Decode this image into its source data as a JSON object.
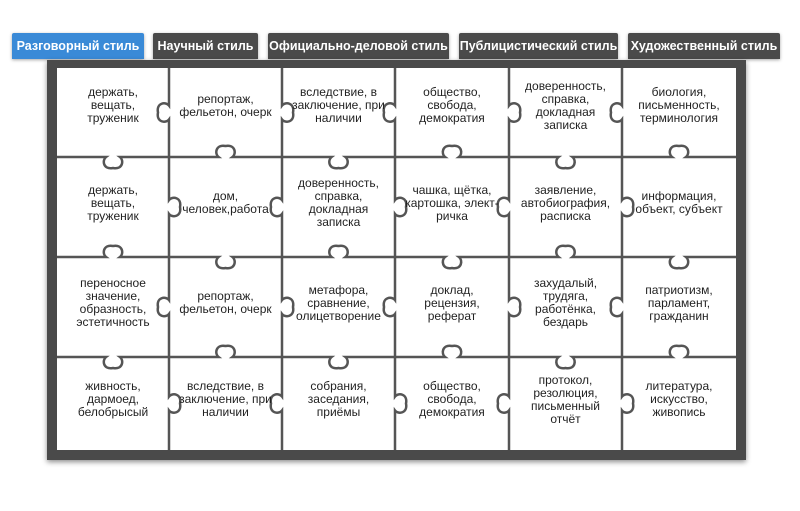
{
  "tabs": [
    {
      "label": "Разговорный стиль",
      "active": true
    },
    {
      "label": "Научный стиль",
      "active": false
    },
    {
      "label": "Официально-деловой стиль",
      "active": false
    },
    {
      "label": "Публицистический стиль",
      "active": false
    },
    {
      "label": "Художественный стиль",
      "active": false
    }
  ],
  "colors": {
    "active_tab": "#3a8ad7",
    "inactive_tab": "#4a4a4a",
    "board_frame": "#4a4a4a",
    "piece_fill": "#ffffff",
    "piece_border": "#555555"
  },
  "pieces": [
    [
      "держать, вещать,\nтруженик",
      "репортаж,\nфельетон, очерк",
      "вследствие, в\nзаключение, при\nналичии",
      "общество,\nсвобода,\nдемократия",
      "доверенность,\nсправка,\nдокладная\nзаписка",
      "биология,\nписьменность,\nтерминология"
    ],
    [
      "держать, вещать,\nтруженик",
      "дом,\nчеловек,работа",
      "доверенность,\nсправка,\nдокладная\nзаписка",
      "чашка, щётка,\nкартошка, элект-\nричка",
      "заявление,\nавтобиография,\nрасписка",
      "информация,\nобъект, субъект"
    ],
    [
      "переносное\nзначение,\nобразность,\nэстетичность",
      "репортаж,\nфельетон, очерк",
      "метафора,\nсравнение,\nолицетворение",
      "доклад,\nрецензия,\nреферат",
      "захудалый,\nтрудяга,\nработёнка,\nбездарь",
      "патриотизм,\nпарламент,\nгражданин"
    ],
    [
      "живность,\nдармоед,\nбелобрысый",
      "вследствие, в\nзаключение, при\nналичии",
      "собрания,\nзаседания,\nприёмы",
      "общество,\nсвобода,\nдемократия",
      "протокол,\nрезолюция,\nписьменный\nотчёт",
      "литература,\nискусство,\nживопись"
    ]
  ]
}
